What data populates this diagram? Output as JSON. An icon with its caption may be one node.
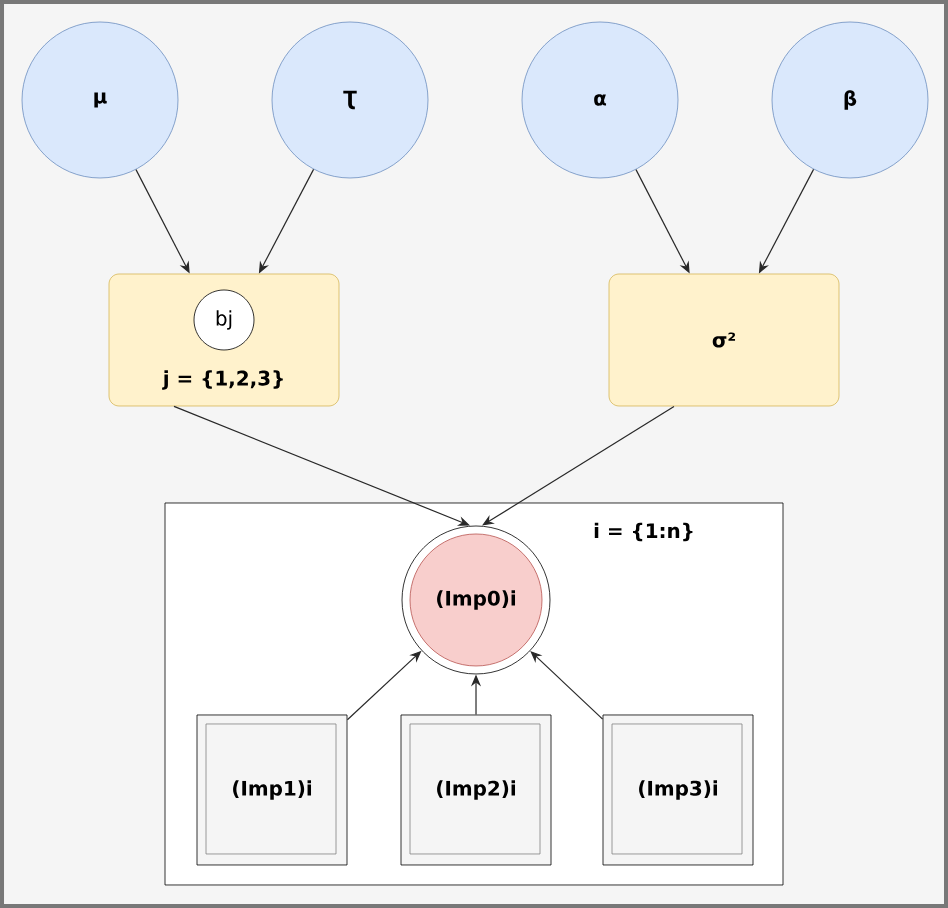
{
  "diagram": {
    "nodes": [
      {
        "text": [
          "μ"
        ]
      },
      {
        "text": [
          "Ʈ"
        ]
      },
      {
        "text": [
          "α"
        ]
      },
      {
        "text": [
          "β"
        ]
      },
      {
        "text": [
          "j = {1,2,3}"
        ]
      },
      {
        "text": [
          "bj"
        ],
        "in": 4
      },
      {
        "text": [
          "σ²"
        ]
      },
      {
        "text": [
          "i = {1:n}"
        ]
      },
      {
        "text": [
          "(Imp0)i"
        ],
        "in": 7
      },
      {
        "text": [
          "(Imp1)i"
        ],
        "in": 7
      },
      {
        "text": [
          "(Imp2)i"
        ],
        "in": 7
      },
      {
        "text": [
          "(Imp3)i"
        ],
        "in": 7
      }
    ],
    "edges": [
      {
        "from": 0,
        "to": 4,
        "arrow": "to"
      },
      {
        "from": 1,
        "to": 4,
        "arrow": "to"
      },
      {
        "from": 2,
        "to": 6,
        "arrow": "to"
      },
      {
        "from": 3,
        "to": 6,
        "arrow": "to"
      },
      {
        "from": 4,
        "to": 8,
        "arrow": "to"
      },
      {
        "from": 6,
        "to": 8,
        "arrow": "to"
      },
      {
        "from": 9,
        "to": 8,
        "arrow": "to"
      },
      {
        "from": 10,
        "to": 8,
        "arrow": "to"
      },
      {
        "from": 11,
        "to": 8,
        "arrow": "to"
      }
    ]
  }
}
